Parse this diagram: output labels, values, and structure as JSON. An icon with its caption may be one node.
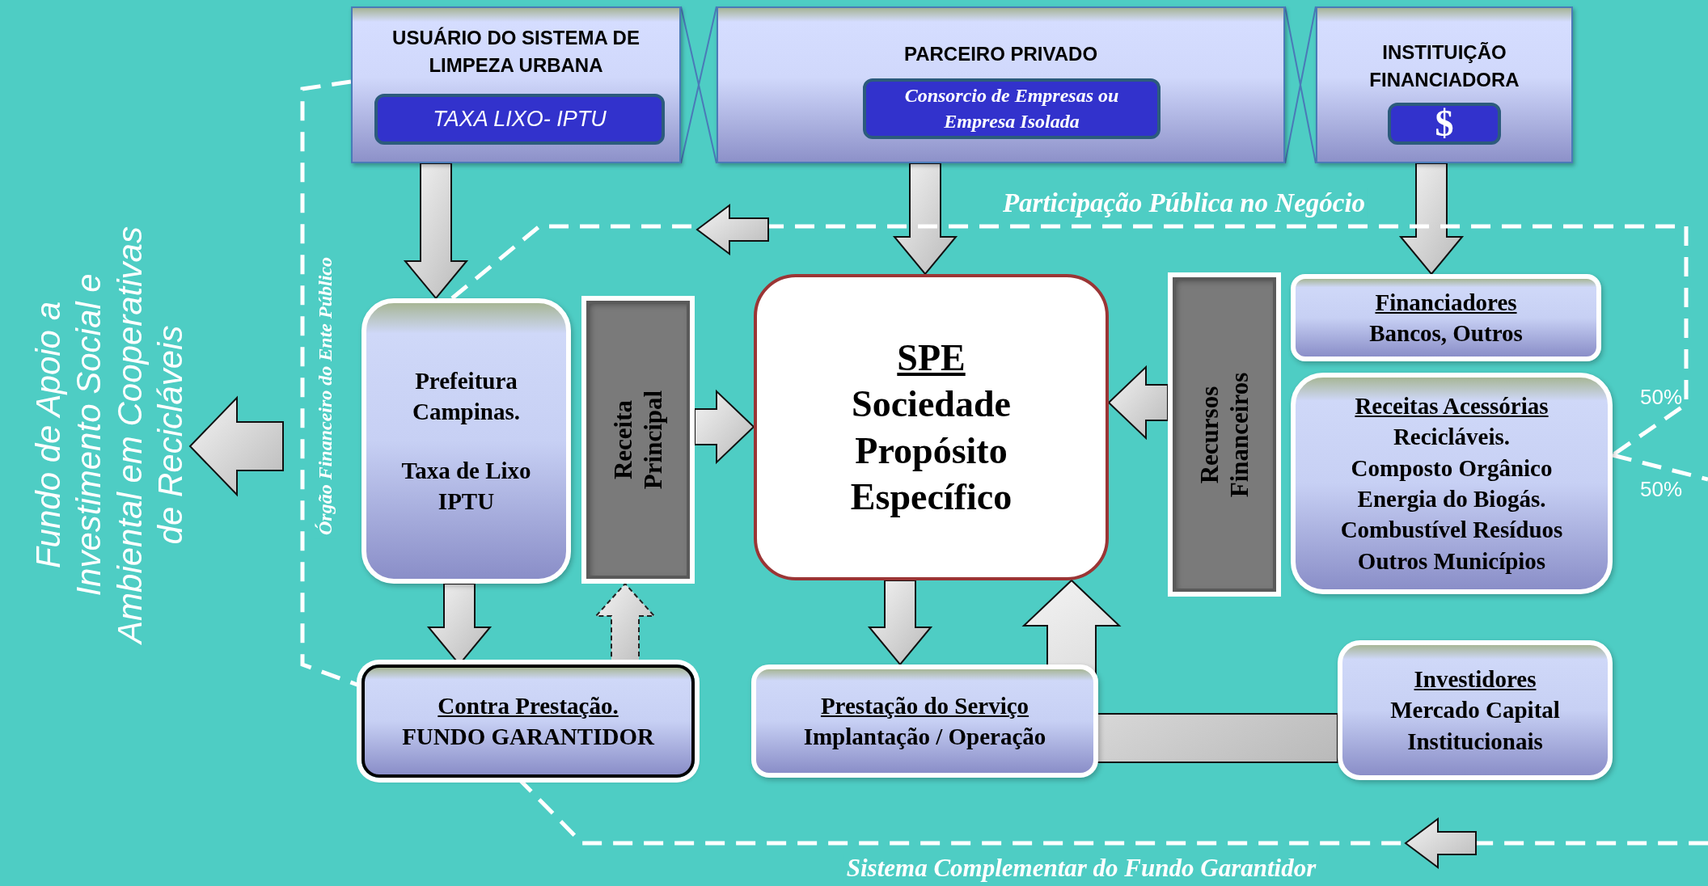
{
  "diagram": {
    "nodes": [
      {
        "text": [
          "USUÁRIO DO SISTEMA DE LIMPEZA URBANA"
        ]
      },
      {
        "text": [
          "TAXA LIXO- IPTU"
        ],
        "in": 0
      },
      {
        "text": [
          "PARCEIRO PRIVADO"
        ]
      },
      {
        "text": [
          "Consorcio de Empresas ou Empresa Isolada"
        ],
        "in": 2
      },
      {
        "text": [
          "INSTITUIÇÃO FINANCIADORA"
        ]
      },
      {
        "text": [
          "$"
        ],
        "in": 4
      },
      {
        "text": [
          "Prefeitura Campinas.",
          "Taxa de Lixo IPTU"
        ]
      },
      {
        "text": [
          "Receita Principal"
        ]
      },
      {
        "text": [
          "SPE",
          "Sociedade Propósito Específico"
        ]
      },
      {
        "text": [
          "Recursos Financeiros"
        ]
      },
      {
        "text": [
          "Financiadores",
          "Bancos, Outros"
        ]
      },
      {
        "text": [
          "Receitas Acessórias",
          "Recicláveis.",
          "Composto Orgânico",
          "Energia do Biogás.",
          "Combustível Resíduos",
          "Outros Municípios"
        ]
      },
      {
        "text": [
          "Contra Prestação.",
          "FUNDO GARANTIDOR"
        ]
      },
      {
        "text": [
          "Prestação do Serviço",
          "Implantação / Operação"
        ]
      },
      {
        "text": [
          "Investidores",
          "Mercado Capital Institucionais"
        ]
      },
      {
        "text": [
          "Fundo de Apoio a Investimento Social e Ambiental em Cooperativas de Recicláveis"
        ]
      }
    ],
    "edges": [
      {
        "from": 0,
        "to": 6,
        "arrow": "to"
      },
      {
        "from": 2,
        "to": 8,
        "arrow": "to"
      },
      {
        "from": 4,
        "to": 10,
        "arrow": "to"
      },
      {
        "from": 9,
        "to": 8,
        "arrow": "to"
      },
      {
        "from": 7,
        "to": 8,
        "arrow": "to"
      },
      {
        "from": 6,
        "to": 12,
        "arrow": "to"
      },
      {
        "from": 12,
        "to": 7,
        "arrow": "to",
        "style": "dashed"
      },
      {
        "from": 8,
        "to": 13,
        "arrow": "to"
      },
      {
        "from": 14,
        "to": 8,
        "arrow": "to"
      },
      {
        "from": null,
        "to": 15,
        "arrow": "to"
      },
      {
        "from": 0,
        "to": 12,
        "arrow": "none",
        "label": "Órgão Financeiro do Ente Público",
        "style": "dashed",
        "color": "#ffffff"
      },
      {
        "from": 6,
        "to": 11,
        "arrow": "none",
        "label": "Participação Pública no Negócio",
        "style": "dashed",
        "color": "#ffffff"
      },
      {
        "from": 11,
        "to": null,
        "arrow": "none",
        "style": "dashed",
        "color": "#ffffff"
      },
      {
        "from": 12,
        "to": null,
        "arrow": "none",
        "label": "Sistema Complementar do Fundo Garantidor",
        "style": "dashed",
        "color": "#ffffff"
      },
      {
        "from": 0,
        "to": 2,
        "arrow": "none",
        "color": "#4a7ab8"
      },
      {
        "from": 0,
        "to": 2,
        "arrow": "none",
        "color": "#4a7ab8"
      },
      {
        "from": 2,
        "to": 4,
        "arrow": "none",
        "color": "#4a7ab8"
      },
      {
        "from": 2,
        "to": 4,
        "arrow": "none",
        "color": "#4a7ab8"
      }
    ],
    "labels": [
      "50%",
      "50%"
    ]
  }
}
